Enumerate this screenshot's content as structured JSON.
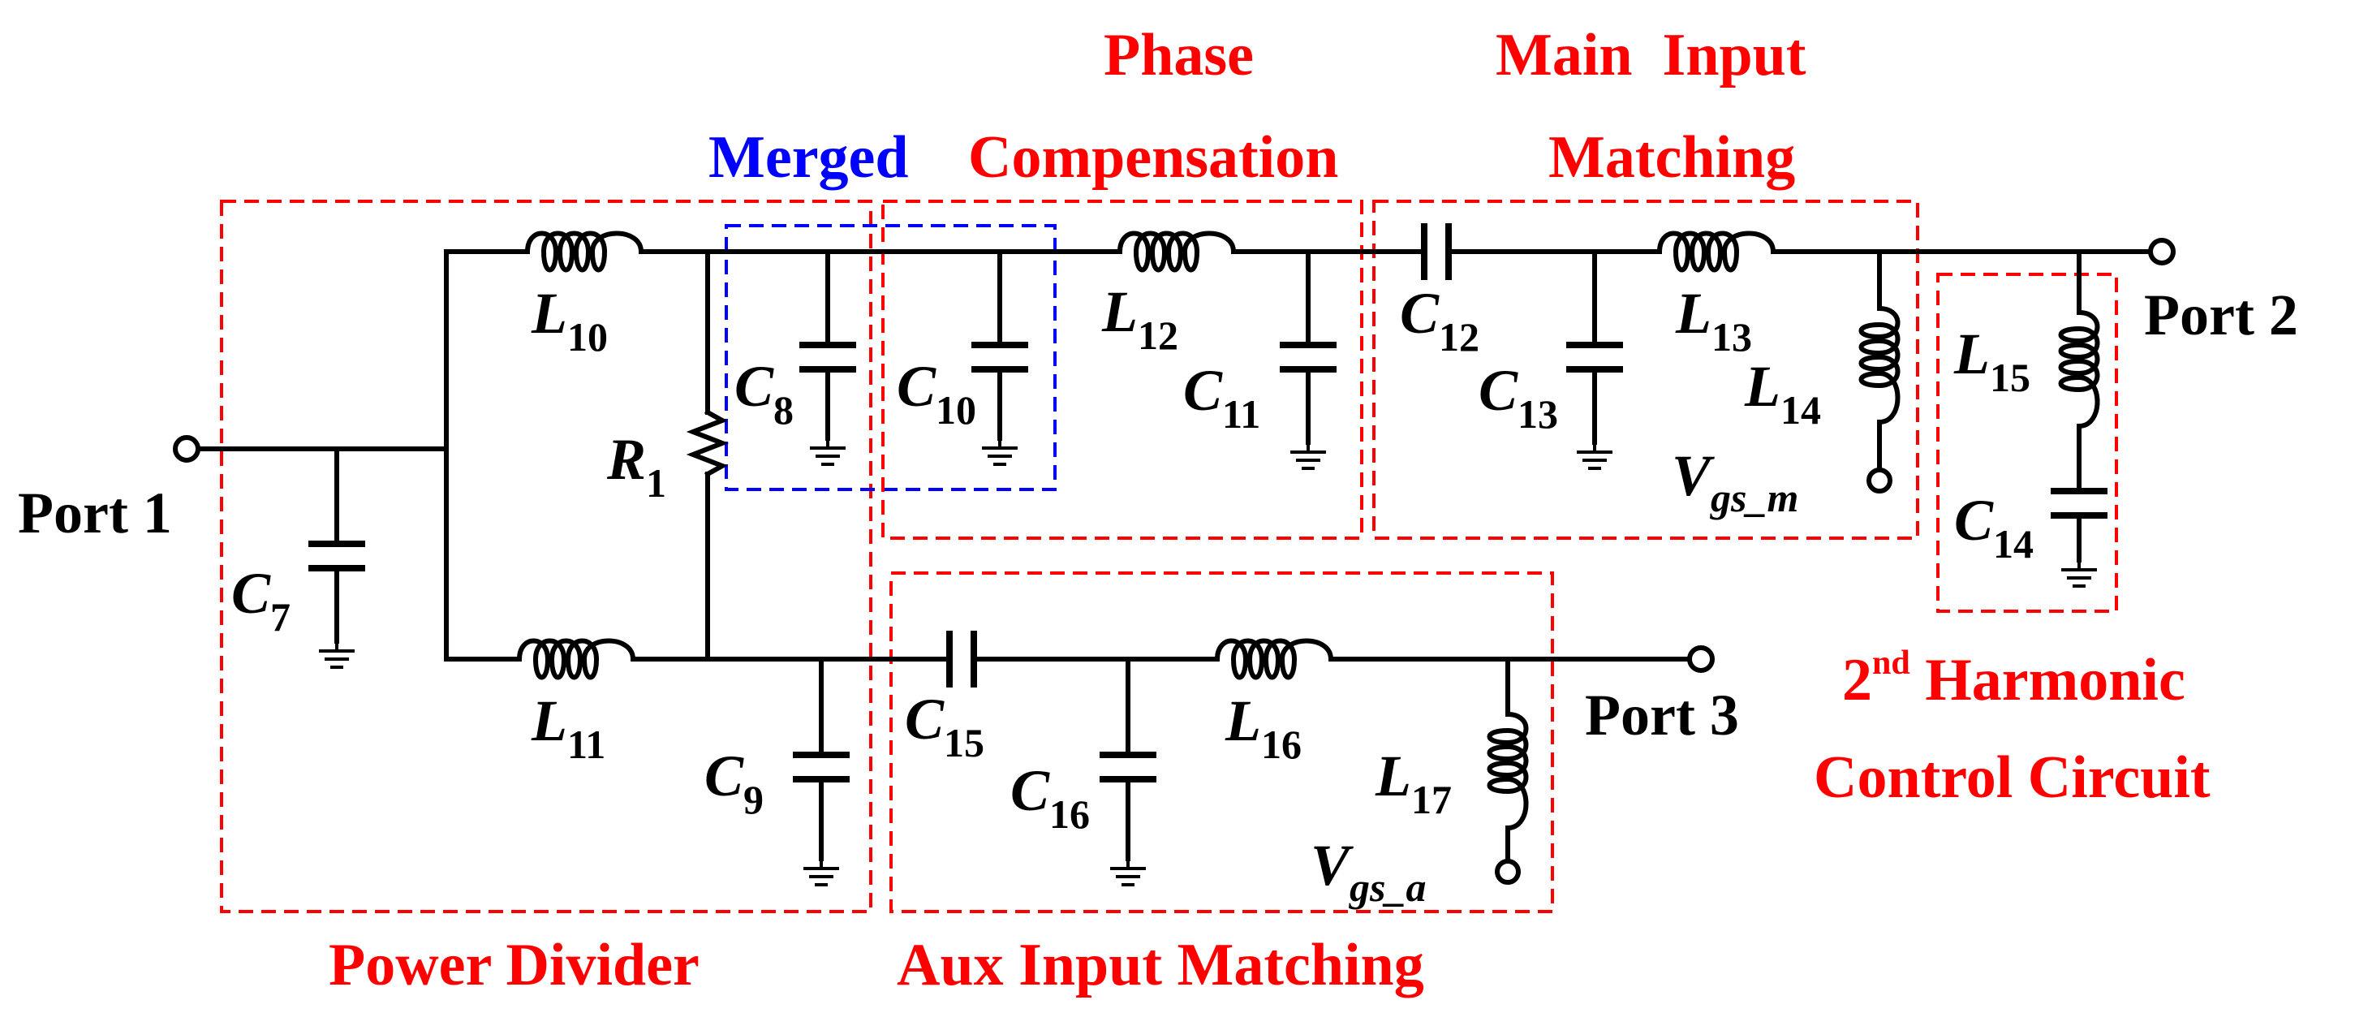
{
  "colors": {
    "wire": "#000000",
    "block_red": "#ff0000",
    "block_blue": "#0000ff"
  },
  "ports": {
    "p1": "Port 1",
    "p2": "Port 2",
    "p3": "Port 3"
  },
  "blocks": {
    "power_divider": "Power Divider",
    "merged": "Merged",
    "phase_line1": "Phase",
    "phase_line2": "Compensation",
    "main_line1": "Main  Input",
    "main_line2": "Matching",
    "aux": "Aux Input Matching",
    "harm_base": "2",
    "harm_sup": "nd",
    "harm_line1_rest": " Harmonic",
    "harm_line2": "Control Circuit"
  },
  "components": {
    "C7": {
      "letter": "C",
      "sub": "7"
    },
    "L10": {
      "letter": "L",
      "sub": "10"
    },
    "L11": {
      "letter": "L",
      "sub": "11"
    },
    "R1": {
      "letter": "R",
      "sub": "1"
    },
    "C8": {
      "letter": "C",
      "sub": "8"
    },
    "C9": {
      "letter": "C",
      "sub": "9"
    },
    "C10": {
      "letter": "C",
      "sub": "10"
    },
    "L12": {
      "letter": "L",
      "sub": "12"
    },
    "C11": {
      "letter": "C",
      "sub": "11"
    },
    "C12": {
      "letter": "C",
      "sub": "12"
    },
    "C13": {
      "letter": "C",
      "sub": "13"
    },
    "L13": {
      "letter": "L",
      "sub": "13"
    },
    "L14": {
      "letter": "L",
      "sub": "14"
    },
    "L15": {
      "letter": "L",
      "sub": "15"
    },
    "C14": {
      "letter": "C",
      "sub": "14"
    },
    "C15": {
      "letter": "C",
      "sub": "15"
    },
    "C16": {
      "letter": "C",
      "sub": "16"
    },
    "L16": {
      "letter": "L",
      "sub": "16"
    },
    "L17": {
      "letter": "L",
      "sub": "17"
    }
  },
  "bias": {
    "vgs_m": {
      "letter": "V",
      "sub": "gs_m"
    },
    "vgs_a": {
      "letter": "V",
      "sub": "gs_a"
    }
  }
}
